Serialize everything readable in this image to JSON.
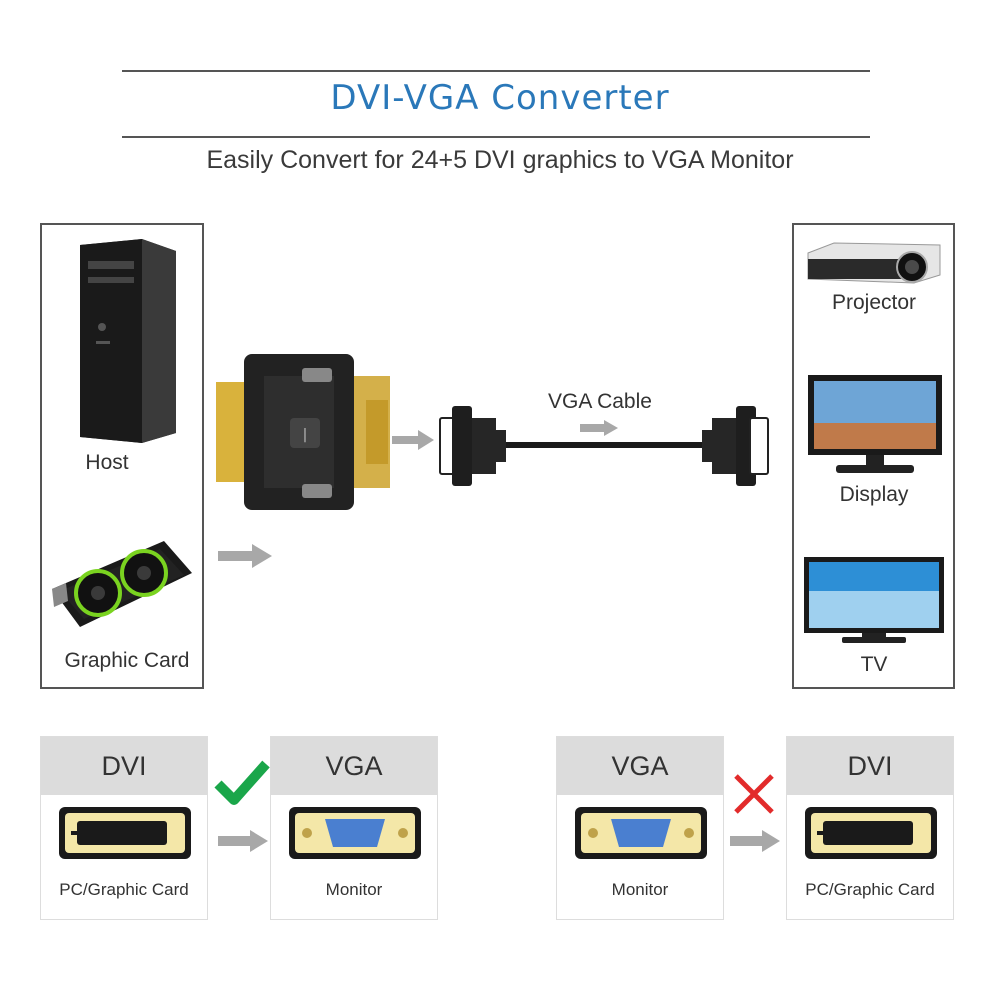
{
  "header": {
    "title": "DVI-VGA Converter",
    "subtitle": "Easily Convert for 24+5 DVI graphics to VGA Monitor"
  },
  "sources": {
    "host_label": "Host",
    "graphic_card_label": "Graphic Card"
  },
  "cable": {
    "label": "VGA Cable"
  },
  "outputs": {
    "projector_label": "Projector",
    "display_label": "Display",
    "tv_label": "TV"
  },
  "compat": {
    "left": {
      "from_title": "DVI",
      "from_caption": "PC/Graphic Card",
      "to_title": "VGA",
      "to_caption": "Monitor",
      "status": "check-icon"
    },
    "right": {
      "from_title": "VGA",
      "from_caption": "Monitor",
      "to_title": "DVI",
      "to_caption": "PC/Graphic Card",
      "status": "cross-icon"
    }
  },
  "colors": {
    "title": "#2a78b9",
    "check": "#1aa64a",
    "cross": "#e22b2b",
    "arrow": "#a8a8a8"
  }
}
